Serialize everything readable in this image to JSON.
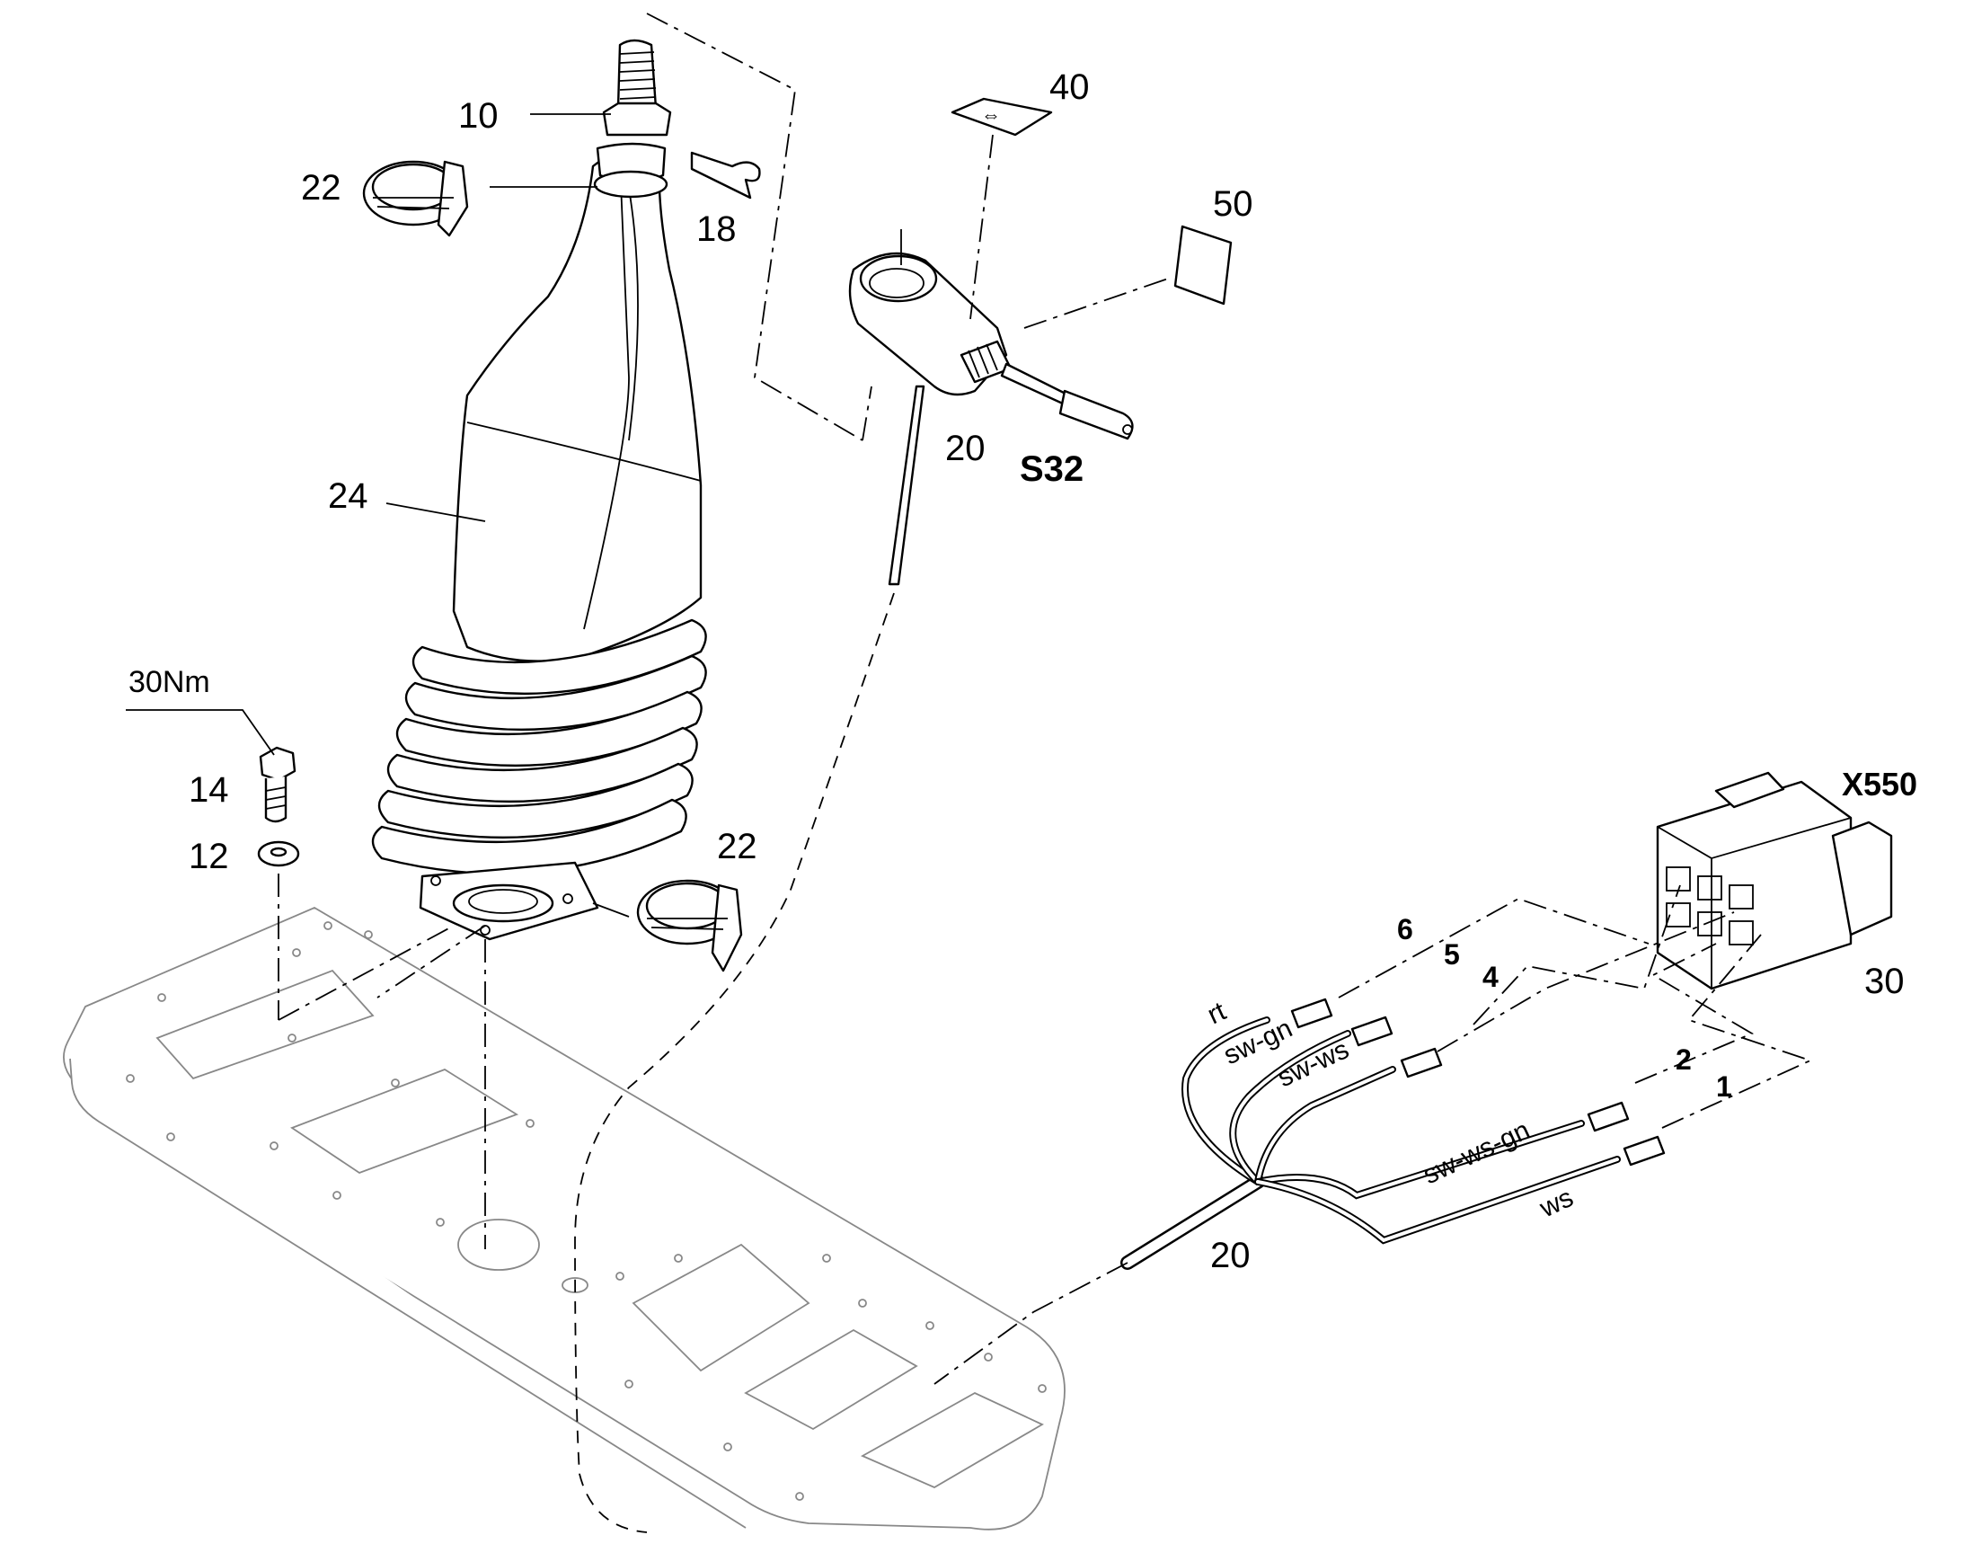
{
  "labels": {
    "p10": "10",
    "p22_top": "22",
    "p18": "18",
    "p24": "24",
    "torque": "30Nm",
    "p14": "14",
    "p12": "12",
    "p22_bottom": "22",
    "p40": "40",
    "p50": "50",
    "p20_switch": "20",
    "s32": "S32",
    "x550": "X550",
    "p30": "30",
    "p20_cable": "20",
    "pin6": "6",
    "pin5": "5",
    "pin4": "4",
    "pin2": "2",
    "pin1": "1"
  },
  "wires": {
    "rt": "rt",
    "sw_gn": "sw-gn",
    "sw_ws": "sw-ws",
    "sw_ws_gn": "sw-ws-gn",
    "ws": "ws"
  }
}
